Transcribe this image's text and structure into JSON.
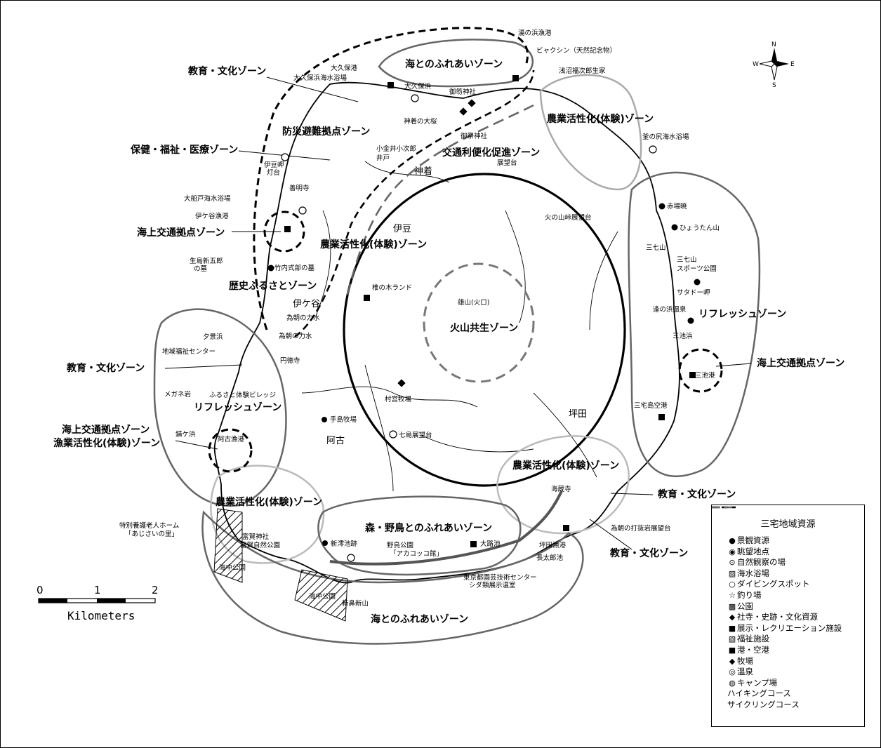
{
  "zones": {
    "kazan_kyosei": "火山共生ゾーン",
    "umi_north": "海とのふれあいゾーン",
    "umi_south": "海とのふれあいゾーン",
    "kyoiku_nw": "教育・文化ゾーン",
    "kyoiku_w": "教育・文化ゾーン",
    "kyoiku_se1": "教育・文化ゾーン",
    "kyoiku_se2": "教育・文化ゾーン",
    "bosai": "防災避難拠点ゾーン",
    "hoken": "保健・福祉・医療ゾーン",
    "kotsu_riben": "交通利便化促進ゾーン",
    "nogyo_ne": "農業活性化(体験)ゾーン",
    "nogyo_w": "農業活性化(体験)ゾーン",
    "nogyo_se": "農業活性化(体験)ゾーン",
    "nogyo_sw": "農業活性化(体験)ゾーン",
    "kaijo_w": "海上交通拠点ゾーン",
    "kaijo_e": "海上交通拠点ゾーン",
    "kaijo_sw": "海上交通拠点ゾーン",
    "gyogyo_sw": "漁業活性化(体験)ゾーン",
    "rekishi": "歴史ふるさとゾーン",
    "refresh_e": "リフレッシュゾーン",
    "refresh_w": "リフレッシュゾーン",
    "mori": "森・野鳥とのふれあいゾーン"
  },
  "districts": {
    "kamitsuki": "神着",
    "izu": "伊豆",
    "igaya": "伊ケ谷",
    "ako": "阿古",
    "tsubota": "坪田"
  },
  "places": {
    "p1": "湯の浜漁港",
    "p2": "ビャクシン（天然記念物）",
    "p3": "浅沼福次郎生家",
    "p4": "大久保港",
    "p5": "大久保浜海水浴場",
    "p6": "大久保浜",
    "p7": "御祭神社",
    "p8": "神着の大桜",
    "p9": "御笏神社",
    "p10": "小金井小次郎",
    "p11": "井戸",
    "p12": "展望台",
    "p13": "釜の尻海水浴場",
    "p14": "伊豆岬",
    "p15": "灯台",
    "p16": "善明寺",
    "p17": "大船戸海水浴場",
    "p18": "伊ケ谷漁港",
    "p19": "生島新五郎",
    "p20": "の墓",
    "p21": "竹内式部の墓",
    "p22": "火の山峠展望台",
    "p23": "赤場暁",
    "p24": "ひょうたん山",
    "p25": "三七山",
    "p26": "三七山",
    "p27": "スポーツ公園",
    "p28": "サタドー岬",
    "p29": "逢の浜温泉",
    "p30": "三池浜",
    "p31": "三池港",
    "p32": "三宅島空港",
    "p33": "椎の木ランド",
    "p34": "雄山(火口)",
    "p35": "為朝の力水",
    "p36": "円徳寺",
    "p37": "夕景浜",
    "p38": "地域福祉センター",
    "p39": "メガネ岩",
    "p40": "ふるさと体験ビレッジ",
    "p41": "錆ケ浜",
    "p42": "阿古漁港",
    "p43": "手島牧場",
    "p44": "村営牧場",
    "p45": "七島展望台",
    "p46": "海蔵寺",
    "p47": "為朝の打抜岩展望台",
    "p48": "坪田漁港",
    "p49": "長太郎池",
    "p50": "大路池",
    "p51": "新澪池跡",
    "p52": "野鳥公園",
    "p53": "「アカコッコ館」",
    "p54": "東京都園芸技術センター",
    "p55": "シダ類展示温室",
    "p56": "特別養護老人ホーム",
    "p57": "「あじさいの里」",
    "p58": "富賀神社",
    "p59": "富賀自然公園",
    "p60": "海中公園",
    "p61": "海中公園",
    "p62": "新鼻新山"
  },
  "legend": {
    "title": "三宅地域資源",
    "items": [
      {
        "symbol": "●",
        "label": "景観資源"
      },
      {
        "symbol": "◉",
        "label": "眺望地点"
      },
      {
        "symbol": "⊙",
        "label": "自然観察の場"
      },
      {
        "symbol": "▨",
        "label": "海水浴場"
      },
      {
        "symbol": "○",
        "label": "ダイビングスポット"
      },
      {
        "symbol": "☆",
        "label": "釣り場"
      },
      {
        "symbol": "▩",
        "label": "公園"
      },
      {
        "symbol": "◆",
        "label": "社寺・史跡・文化資源"
      },
      {
        "symbol": "■",
        "label": "展示・レクリエーション施設"
      },
      {
        "symbol": "▧",
        "label": "福祉施設"
      },
      {
        "symbol": "■",
        "label": "港・空港"
      },
      {
        "symbol": "◆",
        "label": "牧場"
      },
      {
        "symbol": "◎",
        "label": "温泉"
      },
      {
        "symbol": "◍",
        "label": "キャンプ場"
      }
    ],
    "lines": [
      {
        "label": "ハイキングコース"
      },
      {
        "label": "サイクリングコース"
      }
    ]
  },
  "scale": {
    "t0": "0",
    "t1": "1",
    "t2": "2",
    "units": "Kilometers"
  },
  "compass": {
    "n": "N",
    "s": "S",
    "e": "E",
    "w": "W"
  }
}
